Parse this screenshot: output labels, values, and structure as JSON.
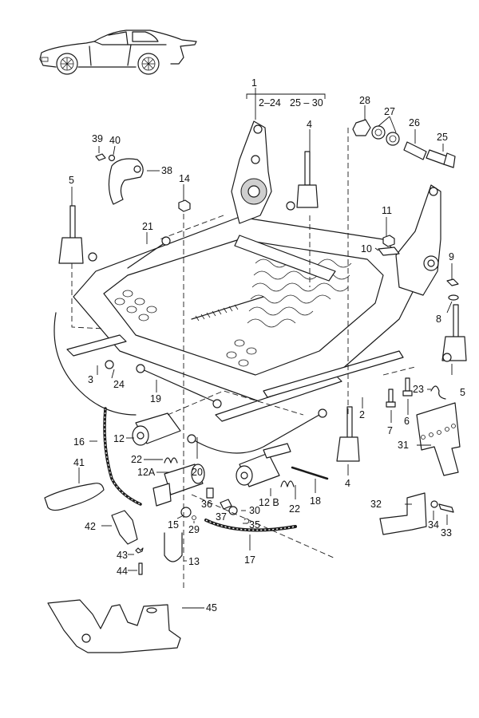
{
  "diagram": {
    "subject": "Power seat frame assembly exploded view",
    "vehicle_thumbnail": "coupe-side-view",
    "group_bracket": {
      "label": "1",
      "left_range": "2–24",
      "right_range": "25 – 30"
    },
    "callouts": [
      {
        "id": "c2",
        "text": "2"
      },
      {
        "id": "c3",
        "text": "3"
      },
      {
        "id": "c4a",
        "text": "4"
      },
      {
        "id": "c4b",
        "text": "4"
      },
      {
        "id": "c5a",
        "text": "5"
      },
      {
        "id": "c5b",
        "text": "5"
      },
      {
        "id": "c6",
        "text": "6"
      },
      {
        "id": "c7",
        "text": "7"
      },
      {
        "id": "c8",
        "text": "8"
      },
      {
        "id": "c9",
        "text": "9"
      },
      {
        "id": "c10",
        "text": "10"
      },
      {
        "id": "c11",
        "text": "11"
      },
      {
        "id": "c12",
        "text": "12"
      },
      {
        "id": "c12a",
        "text": "12A"
      },
      {
        "id": "c12b",
        "text": "12 B"
      },
      {
        "id": "c13",
        "text": "13"
      },
      {
        "id": "c14",
        "text": "14"
      },
      {
        "id": "c15",
        "text": "15"
      },
      {
        "id": "c16",
        "text": "16"
      },
      {
        "id": "c17",
        "text": "17"
      },
      {
        "id": "c18",
        "text": "18"
      },
      {
        "id": "c19",
        "text": "19"
      },
      {
        "id": "c20",
        "text": "20"
      },
      {
        "id": "c21",
        "text": "21"
      },
      {
        "id": "c22a",
        "text": "22"
      },
      {
        "id": "c22b",
        "text": "22"
      },
      {
        "id": "c23",
        "text": "23"
      },
      {
        "id": "c24",
        "text": "24"
      },
      {
        "id": "c25",
        "text": "25"
      },
      {
        "id": "c26",
        "text": "26"
      },
      {
        "id": "c27",
        "text": "27"
      },
      {
        "id": "c28",
        "text": "28"
      },
      {
        "id": "c29",
        "text": "29"
      },
      {
        "id": "c30",
        "text": "30"
      },
      {
        "id": "c31",
        "text": "31"
      },
      {
        "id": "c32",
        "text": "32"
      },
      {
        "id": "c33",
        "text": "33"
      },
      {
        "id": "c34",
        "text": "34"
      },
      {
        "id": "c35",
        "text": "35"
      },
      {
        "id": "c36",
        "text": "36"
      },
      {
        "id": "c37",
        "text": "37"
      },
      {
        "id": "c38",
        "text": "38"
      },
      {
        "id": "c39",
        "text": "39"
      },
      {
        "id": "c40",
        "text": "40"
      },
      {
        "id": "c41",
        "text": "41"
      },
      {
        "id": "c42",
        "text": "42"
      },
      {
        "id": "c43",
        "text": "43"
      },
      {
        "id": "c44",
        "text": "44"
      },
      {
        "id": "c45",
        "text": "45"
      }
    ]
  }
}
